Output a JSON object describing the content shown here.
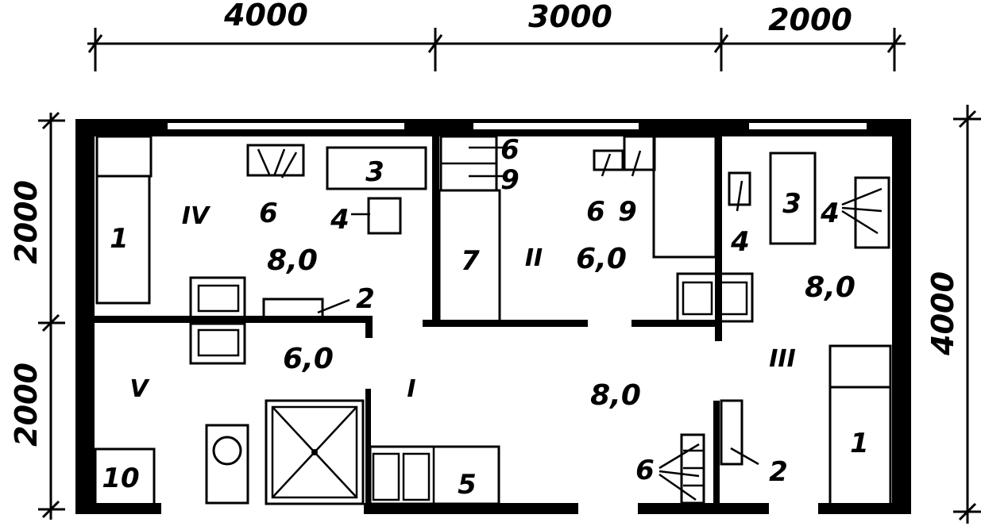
{
  "dimensions": {
    "top": [
      "4000",
      "3000",
      "2000"
    ],
    "left": [
      "2000",
      "2000"
    ],
    "right": "4000"
  },
  "rooms": {
    "r1": {
      "numeral": "I",
      "area": "8,0"
    },
    "r2": {
      "numeral": "II",
      "area": "6,0"
    },
    "r3": {
      "numeral": "III",
      "area": "8,0"
    },
    "r4": {
      "numeral": "IV",
      "area": "8,0"
    },
    "r5": {
      "numeral": "V",
      "area": "6,0"
    }
  },
  "furniture_labels": {
    "bed_left": "1",
    "bed_right": "1",
    "table_left": "2",
    "table_right": "2",
    "desk_left": "3",
    "desk_right": "3",
    "chair_left": "4",
    "chair_right_a": "4",
    "chair_right_b": "4",
    "counter": "5",
    "shelf_left": "6",
    "shelf_mid_a": "6",
    "shelf_mid_b": "6",
    "shelf_bottom": "6",
    "wardrobe": "7",
    "item_9_a": "9",
    "item_9_b": "9",
    "cabinet": "10"
  }
}
